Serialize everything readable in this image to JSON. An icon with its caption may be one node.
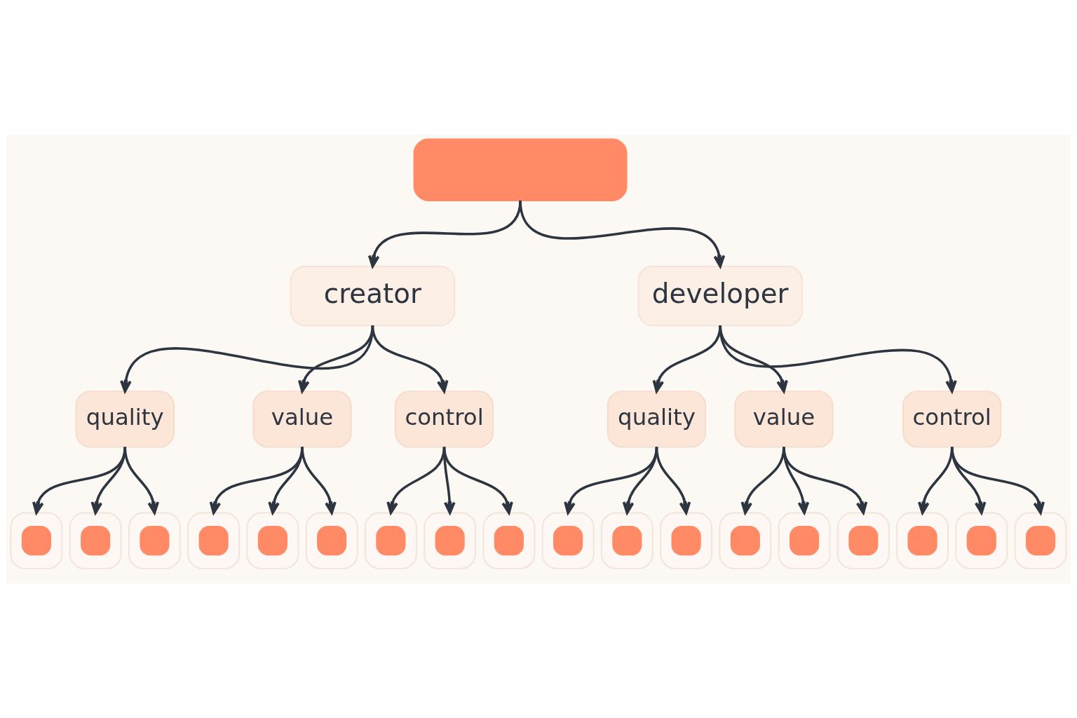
{
  "diagram": {
    "nodes": [
      {
        "text": [],
        "shape": "box"
      },
      {
        "text": [
          "creator"
        ]
      },
      {
        "text": [
          "developer"
        ]
      },
      {
        "text": [
          "quality"
        ]
      },
      {
        "text": [
          "value"
        ]
      },
      {
        "text": [
          "control"
        ]
      },
      {
        "text": [
          "quality"
        ]
      },
      {
        "text": [
          "value"
        ]
      },
      {
        "text": [
          "control"
        ]
      },
      {
        "text": [],
        "shape": "picture"
      },
      {
        "text": [],
        "shape": "picture"
      },
      {
        "text": [],
        "shape": "picture"
      },
      {
        "text": [],
        "shape": "picture"
      },
      {
        "text": [],
        "shape": "picture"
      },
      {
        "text": [],
        "shape": "picture"
      },
      {
        "text": [],
        "shape": "picture"
      },
      {
        "text": [],
        "shape": "picture"
      },
      {
        "text": [],
        "shape": "picture"
      },
      {
        "text": [],
        "shape": "picture"
      },
      {
        "text": [],
        "shape": "picture"
      },
      {
        "text": [],
        "shape": "picture"
      },
      {
        "text": [],
        "shape": "picture"
      },
      {
        "text": [],
        "shape": "picture"
      },
      {
        "text": [],
        "shape": "picture"
      },
      {
        "text": [],
        "shape": "picture"
      },
      {
        "text": [],
        "shape": "picture"
      },
      {
        "text": [],
        "shape": "picture"
      }
    ],
    "edges": [
      {
        "from": 0,
        "to": 1,
        "arrow": "to"
      },
      {
        "from": 0,
        "to": 2,
        "arrow": "to"
      },
      {
        "from": 1,
        "to": 3,
        "arrow": "to"
      },
      {
        "from": 1,
        "to": 4,
        "arrow": "to"
      },
      {
        "from": 1,
        "to": 5,
        "arrow": "to"
      },
      {
        "from": 2,
        "to": 6,
        "arrow": "to"
      },
      {
        "from": 2,
        "to": 7,
        "arrow": "to"
      },
      {
        "from": 2,
        "to": 8,
        "arrow": "to"
      },
      {
        "from": 3,
        "to": 9,
        "arrow": "to"
      },
      {
        "from": 3,
        "to": 10,
        "arrow": "to"
      },
      {
        "from": 3,
        "to": 11,
        "arrow": "to"
      },
      {
        "from": 4,
        "to": 12,
        "arrow": "to"
      },
      {
        "from": 4,
        "to": 13,
        "arrow": "to"
      },
      {
        "from": 4,
        "to": 14,
        "arrow": "to"
      },
      {
        "from": 5,
        "to": 15,
        "arrow": "to"
      },
      {
        "from": 5,
        "to": 16,
        "arrow": "to"
      },
      {
        "from": 5,
        "to": 17,
        "arrow": "to"
      },
      {
        "from": 6,
        "to": 18,
        "arrow": "to"
      },
      {
        "from": 6,
        "to": 19,
        "arrow": "to"
      },
      {
        "from": 6,
        "to": 20,
        "arrow": "to"
      },
      {
        "from": 7,
        "to": 21,
        "arrow": "to"
      },
      {
        "from": 7,
        "to": 22,
        "arrow": "to"
      },
      {
        "from": 7,
        "to": 23,
        "arrow": "to"
      },
      {
        "from": 8,
        "to": 24,
        "arrow": "to"
      },
      {
        "from": 8,
        "to": 25,
        "arrow": "to"
      },
      {
        "from": 8,
        "to": 26,
        "arrow": "to"
      }
    ]
  }
}
